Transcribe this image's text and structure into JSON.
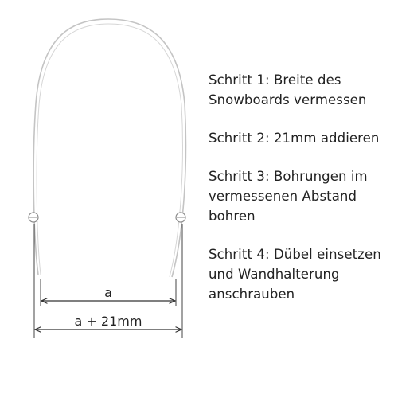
{
  "colors": {
    "ink": "#222222",
    "wire": "#bdbdbd",
    "dimension": "#333333"
  },
  "diagram": {
    "label_inner": "a",
    "label_outer": "a + 21mm"
  },
  "steps": [
    {
      "lines": [
        "Schritt 1: Breite des",
        "Snowboards vermessen"
      ]
    },
    {
      "lines": [
        "Schritt 2: 21mm addieren"
      ]
    },
    {
      "lines": [
        "Schritt 3: Bohrungen im",
        "vermessenen Abstand",
        "bohren"
      ]
    },
    {
      "lines": [
        "Schritt 4: Dübel einsetzen",
        "und Wandhalterung",
        "anschrauben"
      ]
    }
  ]
}
